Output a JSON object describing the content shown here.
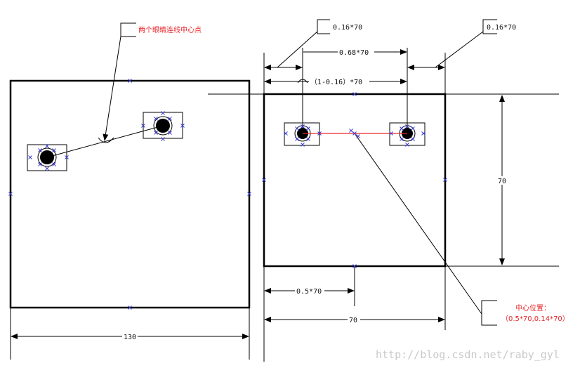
{
  "left_figure": {
    "callout_label": "两个眼睛连线中心点",
    "width_label": "130"
  },
  "right_figure": {
    "margin_left_label": "0.16*70",
    "margin_right_label": "0.16*70",
    "eye_distance_label": "0.68*70",
    "left_offset_label": "（1-0.16）*70",
    "height_label": "70",
    "half_width_label": "0.5*70",
    "width_label": "70",
    "center_title": "中心位置：",
    "center_value": "（0.5*70,0.14*70）"
  },
  "watermark": "http://blog.csdn.net/raby_gyl",
  "colors": {
    "line": "#000000",
    "callout_text": "#e8262a",
    "eye_connector": "#e8262a",
    "marker": "#3b3bd6",
    "watermark": "#c9c9c9"
  }
}
